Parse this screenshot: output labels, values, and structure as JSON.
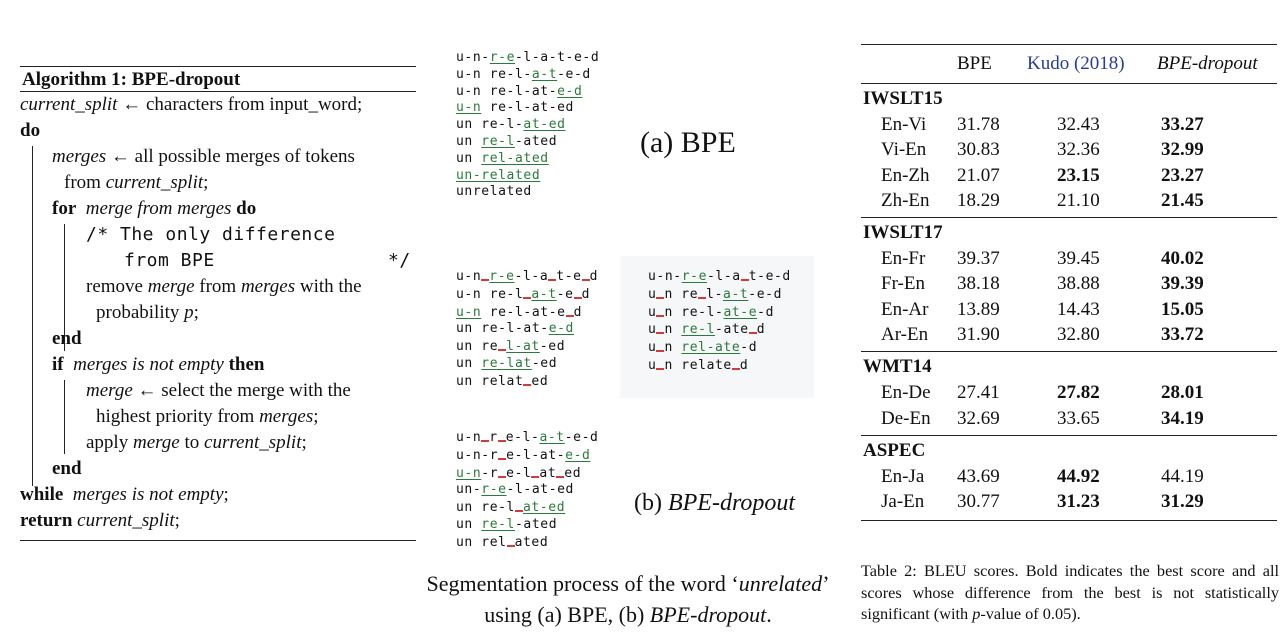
{
  "algorithm": {
    "title": "Algorithm 1: BPE-dropout",
    "l1_a": "current_split",
    "l1_b": " ← characters from input_word;",
    "do_kw": "do",
    "l3_a": "merges",
    "l3_b": " ← all possible merges of tokens",
    "l4_a": "from ",
    "l4_b": "current_split",
    "l4_c": ";",
    "for_kw": "for",
    "l5_a": "merge from merges",
    "l5_do": "do",
    "c1": "/* The only difference",
    "c2a": "from BPE",
    "c2b": "*/",
    "rm_a": "remove ",
    "rm_b": "merge",
    "rm_c": " from ",
    "rm_d": "merges",
    "rm_e": " with the",
    "prob_a": "probability ",
    "prob_b": "p",
    "prob_c": ";",
    "end1": "end",
    "if_kw": "if",
    "if_a": "merges is not empty",
    "then_kw": "then",
    "sel_a": "merge",
    "sel_b": " ← select the merge with the",
    "hp_a": "highest priority from ",
    "hp_b": "merges",
    "hp_c": ";",
    "ap_a": "apply ",
    "ap_b": "merge",
    "ap_c": " to ",
    "ap_d": "current_split",
    "ap_e": ";",
    "end2": "end",
    "while_kw": "while",
    "while_a": "merges is not empty",
    "while_b": ";",
    "ret_kw": "return",
    "ret_a": "current_split",
    "ret_b": ";"
  },
  "segmentations": {
    "label_a": "(a) BPE",
    "label_b_prefix": "(b) ",
    "label_b": "BPE-dropout",
    "caption_a": "Segmentation process of the word ‘",
    "caption_word": "unrelated",
    "caption_b": "’",
    "caption_c": "using (a) BPE, (b) ",
    "caption_d": "BPE-dropout",
    "caption_e": "."
  },
  "table": {
    "headers": [
      "",
      "BPE",
      "Kudo (2018)",
      "BPE-dropout"
    ],
    "sections": [
      {
        "name": "IWSLT15",
        "rows": [
          [
            "En-Vi",
            "31.78",
            "32.43",
            "33.27"
          ],
          [
            "Vi-En",
            "30.83",
            "32.36",
            "32.99"
          ],
          [
            "En-Zh",
            "21.07",
            "23.15",
            "23.27"
          ],
          [
            "Zh-En",
            "18.29",
            "21.10",
            "21.45"
          ]
        ]
      },
      {
        "name": "IWSLT17",
        "rows": [
          [
            "En-Fr",
            "39.37",
            "39.45",
            "40.02"
          ],
          [
            "Fr-En",
            "38.18",
            "38.88",
            "39.39"
          ],
          [
            "En-Ar",
            "13.89",
            "14.43",
            "15.05"
          ],
          [
            "Ar-En",
            "31.90",
            "32.80",
            "33.72"
          ]
        ]
      },
      {
        "name": "WMT14",
        "rows": [
          [
            "En-De",
            "27.41",
            "27.82",
            "28.01"
          ],
          [
            "De-En",
            "32.69",
            "33.65",
            "34.19"
          ]
        ]
      },
      {
        "name": "ASPEC",
        "rows": [
          [
            "En-Ja",
            "43.69",
            "44.92",
            "44.19"
          ],
          [
            "Ja-En",
            "30.77",
            "31.23",
            "31.29"
          ]
        ]
      }
    ],
    "caption_a": "Table 2: BLEU scores. Bold indicates the best score and all scores whose difference from the best is not statistically significant (with ",
    "caption_p": "p",
    "caption_b": "-value of 0.05)."
  }
}
